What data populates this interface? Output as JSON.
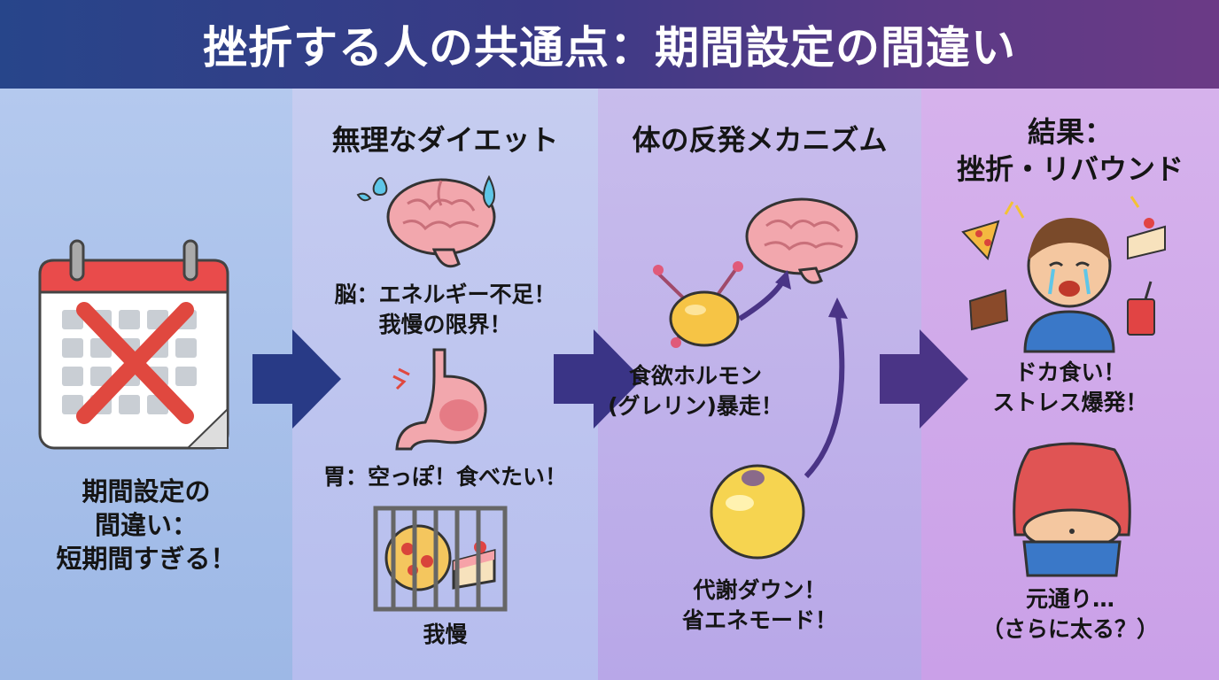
{
  "title": "挫折する人の共通点：期間設定の間違い",
  "panel1": {
    "caption": [
      "期間設定の",
      "間違い：",
      "短期間すぎる！"
    ]
  },
  "panel2": {
    "heading": "無理なダイエット",
    "brain_caption": [
      "脳：エネルギー不足！",
      "我慢の限界！"
    ],
    "stomach_caption": "胃：空っぽ！食べたい！",
    "cage_caption": "我慢"
  },
  "panel3": {
    "heading": "体の反発メカニズム",
    "hormone_caption": [
      "食欲ホルモン",
      "(グレリン)暴走！"
    ],
    "metabolism_caption": [
      "代謝ダウン！",
      "省エネモード！"
    ]
  },
  "panel4": {
    "heading": [
      "結果：",
      "挫折・リバウンド"
    ],
    "binge_caption": [
      "ドカ食い！",
      "ストレス爆発！"
    ],
    "result_caption": [
      "元通り…",
      "（さらに太る？）"
    ]
  },
  "colors": {
    "arrow": "#283a86",
    "arrow2": "#3a3486",
    "calendar_red": "#e94b4b",
    "brain_pink": "#f2a7ad",
    "x_mark": "#e0483f"
  }
}
